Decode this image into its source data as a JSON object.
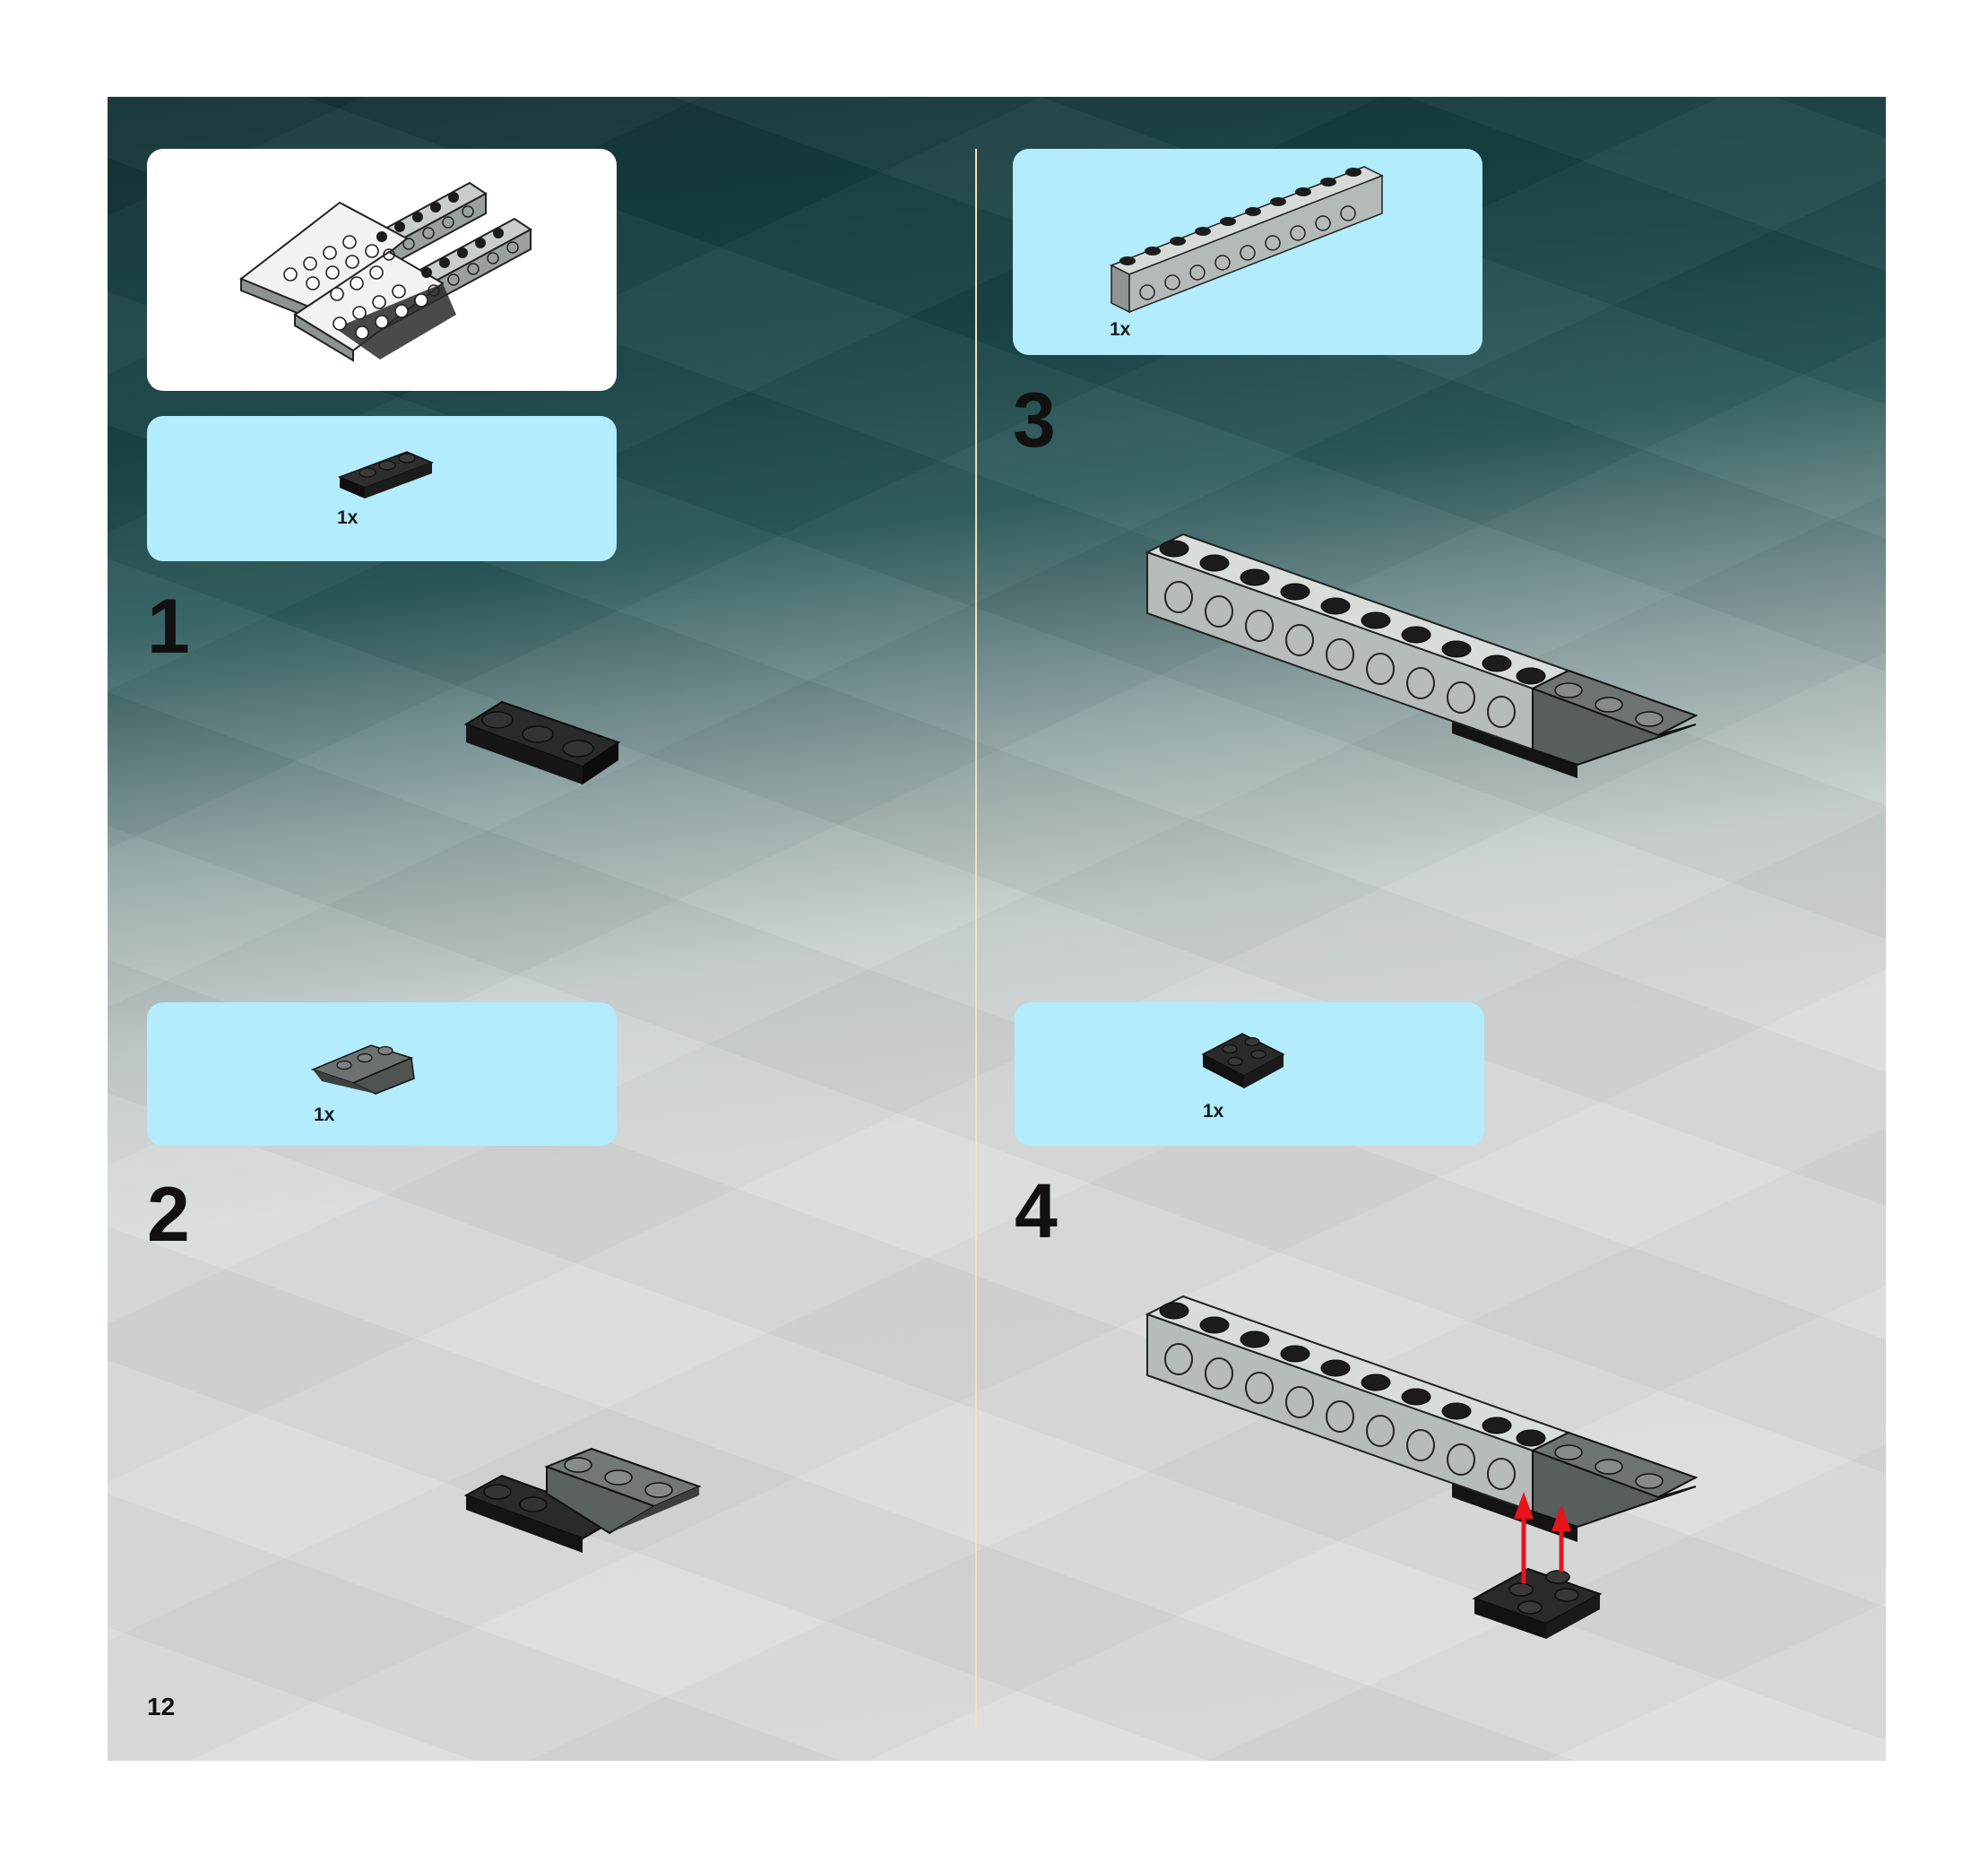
{
  "page_number": "12",
  "steps": [
    {
      "number": "1",
      "parts": [
        {
          "quantity": "1x",
          "part": "black-plate-1x3"
        }
      ]
    },
    {
      "number": "2",
      "parts": [
        {
          "quantity": "1x",
          "part": "dark-grey-slope-inverted-1x3"
        }
      ]
    },
    {
      "number": "3",
      "parts": [
        {
          "quantity": "1x",
          "part": "light-grey-technic-brick-1x10"
        }
      ]
    },
    {
      "number": "4",
      "parts": [
        {
          "quantity": "1x",
          "part": "black-plate-2x2"
        }
      ]
    }
  ],
  "colors": {
    "parts_panel": "#b2ecfd",
    "subassembly_panel": "#ffffff",
    "divider": "#f4e2b6",
    "arrow": "#e8141c",
    "black_brick": "#1c1c1c",
    "dark_grey_brick": "#5a605e",
    "light_grey_brick": "#b9bfbc"
  }
}
